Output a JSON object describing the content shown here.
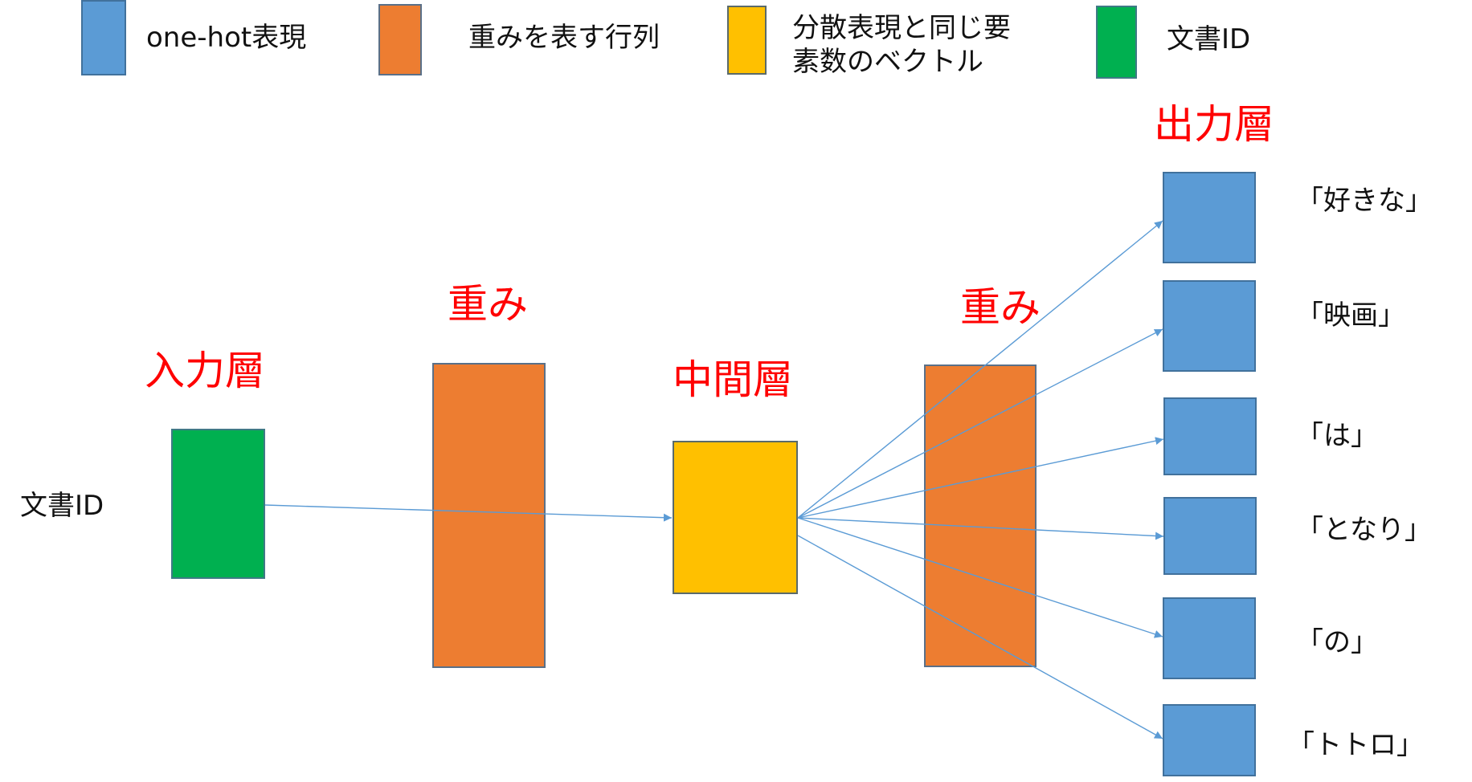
{
  "legend": [
    {
      "label": "one-hot表現",
      "color": "#5B9BD5"
    },
    {
      "label": "重みを表す行列",
      "color": "#ED7D31"
    },
    {
      "label_line1": "分散表現と同じ要",
      "label_line2": "素数のベクトル",
      "color": "#FFC000"
    },
    {
      "label": "文書ID",
      "color": "#00B050"
    }
  ],
  "diagram": {
    "input_label": "文書ID",
    "layers": {
      "input": "入力層",
      "weight1": "重み",
      "hidden": "中間層",
      "weight2": "重み",
      "output": "出力層"
    },
    "outputs": [
      "「好きな」",
      "「映画」",
      "「は」",
      "「となり」",
      "「の」",
      "「トトロ」"
    ],
    "colors": {
      "one_hot": "#5B9BD5",
      "weight": "#ED7D31",
      "vector": "#FFC000",
      "doc_id": "#00B050",
      "arrow": "#5B9BD5",
      "layer_title": "#FF0000"
    }
  }
}
